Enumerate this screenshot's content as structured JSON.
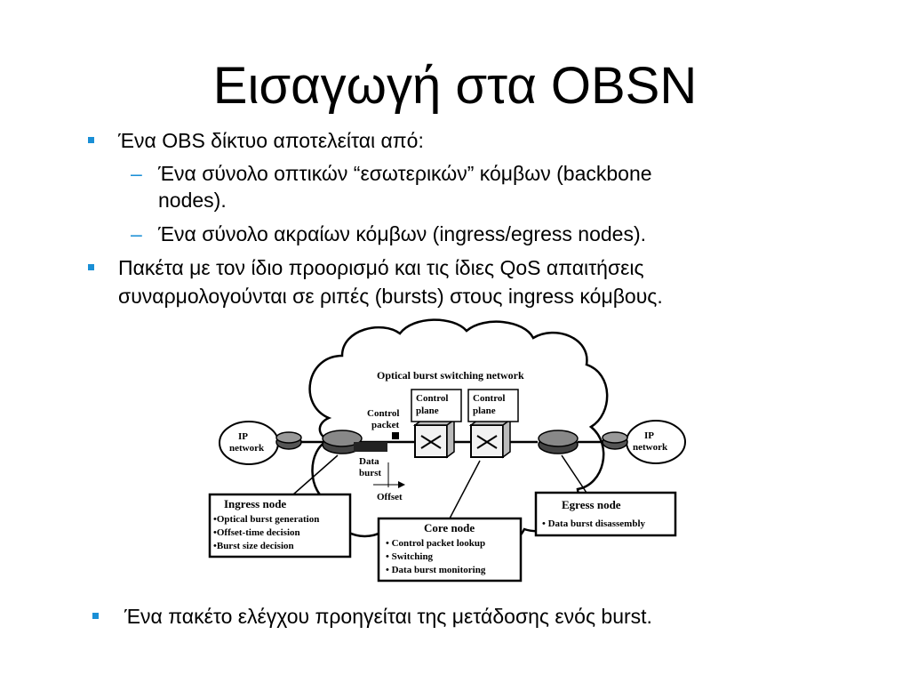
{
  "title": "Εισαγωγή στα OBSN",
  "bullets": {
    "b1": "Ένα OBS δίκτυο αποτελείται από:",
    "s1_line1": "Ένα σύνολο οπτικών “εσωτερικών” κόμβων (backbone",
    "s1_line2": "nodes).",
    "s2": "Ένα σύνολο ακραίων κόμβων (ingress/egress nodes).",
    "b2_line1": "Πακέτα με τον ίδιο προορισμό και τις ίδιες QoS απαιτήσεις",
    "b2_line2": "συναρμολογούνται σε ριπές (bursts) στους ingress κόμβους.",
    "b3": "Ένα πακέτο ελέγχου προηγείται της μετάδοσης ενός burst."
  },
  "diagram": {
    "network_label": "Optical burst switching network",
    "control_plane_1": [
      "Control",
      "plane"
    ],
    "control_plane_2": [
      "Control",
      "plane"
    ],
    "control_packet": [
      "Control",
      "packet"
    ],
    "data_burst": [
      "Data",
      "burst"
    ],
    "offset": "Offset",
    "ip_network_left": [
      "IP",
      "network"
    ],
    "ip_network_right": [
      "IP",
      "network"
    ],
    "ingress_title": "Ingress node",
    "ingress_items": [
      "•Optical burst generation",
      "•Offset-time decision",
      "•Burst size decision"
    ],
    "core_title": "Core node",
    "core_items": [
      "• Control packet lookup",
      "• Switching",
      "• Data burst monitoring"
    ],
    "egress_title": "Egress node",
    "egress_items": [
      "• Data burst disassembly"
    ]
  }
}
